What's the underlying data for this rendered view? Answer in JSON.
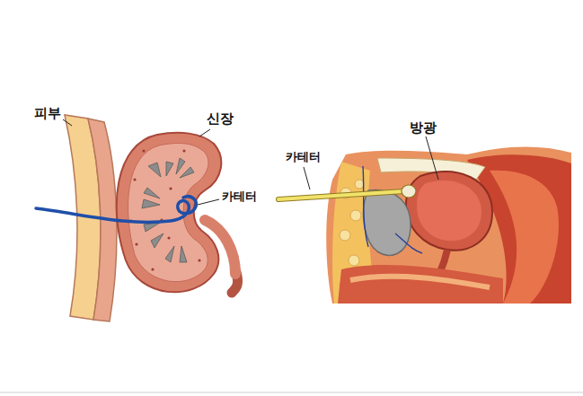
{
  "diagram": {
    "labels": [
      "피부",
      "신장",
      "카테터",
      "방광",
      "카테터"
    ]
  }
}
